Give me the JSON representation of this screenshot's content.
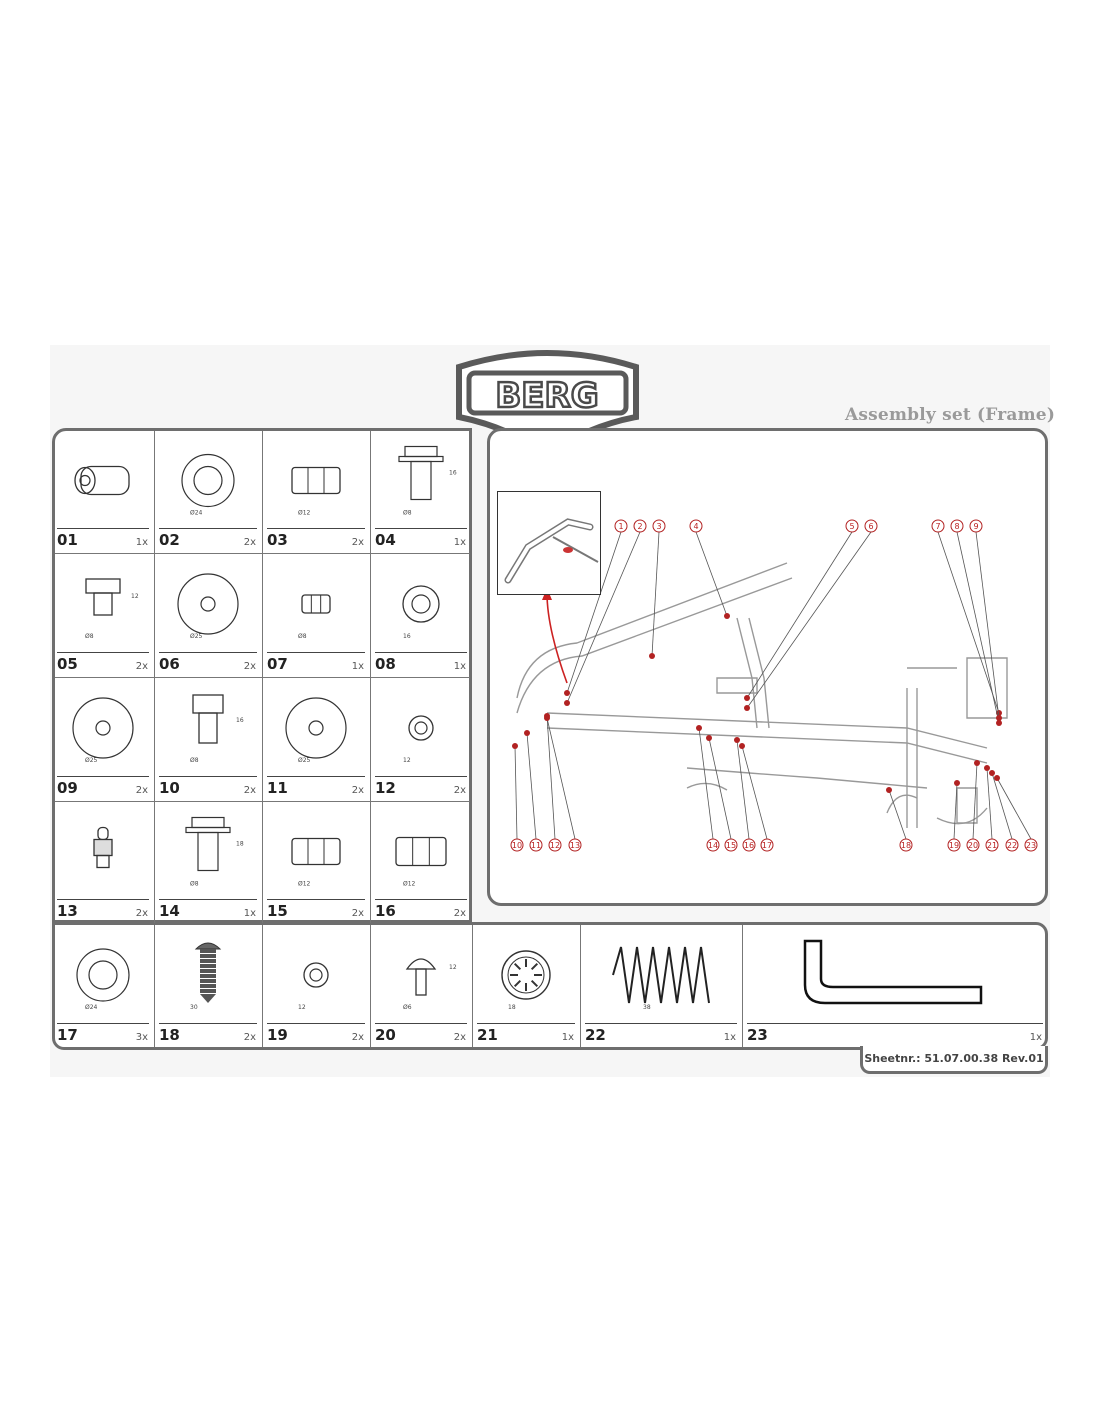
{
  "document": {
    "title": "Assembly set (Frame)",
    "logo_text": "BERG",
    "sheet_number": "Sheetnr.: 51.07.00.38 Rev.01"
  },
  "parts": [
    {
      "num": "01",
      "qty": "1x",
      "dim": []
    },
    {
      "num": "02",
      "qty": "2x",
      "dim": [
        "Ø24"
      ]
    },
    {
      "num": "03",
      "qty": "2x",
      "dim": [
        "Ø12"
      ]
    },
    {
      "num": "04",
      "qty": "1x",
      "dim": [
        "Ø8",
        "16"
      ]
    },
    {
      "num": "05",
      "qty": "2x",
      "dim": [
        "Ø8",
        "12"
      ]
    },
    {
      "num": "06",
      "qty": "2x",
      "dim": [
        "Ø25"
      ]
    },
    {
      "num": "07",
      "qty": "1x",
      "dim": [
        "Ø8"
      ]
    },
    {
      "num": "08",
      "qty": "1x",
      "dim": [
        "16"
      ]
    },
    {
      "num": "09",
      "qty": "2x",
      "dim": [
        "Ø25"
      ]
    },
    {
      "num": "10",
      "qty": "2x",
      "dim": [
        "Ø8",
        "16"
      ]
    },
    {
      "num": "11",
      "qty": "2x",
      "dim": [
        "Ø25"
      ]
    },
    {
      "num": "12",
      "qty": "2x",
      "dim": [
        "12"
      ]
    },
    {
      "num": "13",
      "qty": "2x",
      "dim": []
    },
    {
      "num": "14",
      "qty": "1x",
      "dim": [
        "Ø8",
        "18"
      ]
    },
    {
      "num": "15",
      "qty": "2x",
      "dim": [
        "Ø12"
      ]
    },
    {
      "num": "16",
      "qty": "2x",
      "dim": [
        "Ø12"
      ]
    },
    {
      "num": "17",
      "qty": "3x",
      "dim": [
        "Ø24"
      ]
    },
    {
      "num": "18",
      "qty": "2x",
      "dim": [
        "30"
      ]
    },
    {
      "num": "19",
      "qty": "2x",
      "dim": [
        "12"
      ]
    },
    {
      "num": "20",
      "qty": "2x",
      "dim": [
        "Ø6",
        "12"
      ]
    },
    {
      "num": "21",
      "qty": "1x",
      "dim": [
        "18"
      ]
    },
    {
      "num": "22",
      "qty": "1x",
      "dim": [
        "38"
      ]
    },
    {
      "num": "23",
      "qty": "1x",
      "dim": []
    }
  ],
  "callouts": [
    "1",
    "2",
    "3",
    "4",
    "5",
    "6",
    "7",
    "8",
    "9",
    "10",
    "11",
    "12",
    "13",
    "14",
    "15",
    "16",
    "17",
    "18",
    "19",
    "20",
    "21",
    "22",
    "23"
  ],
  "colors": {
    "frame": "#6e6e6e",
    "callout": "#b22222",
    "title": "#9a9a9a"
  }
}
